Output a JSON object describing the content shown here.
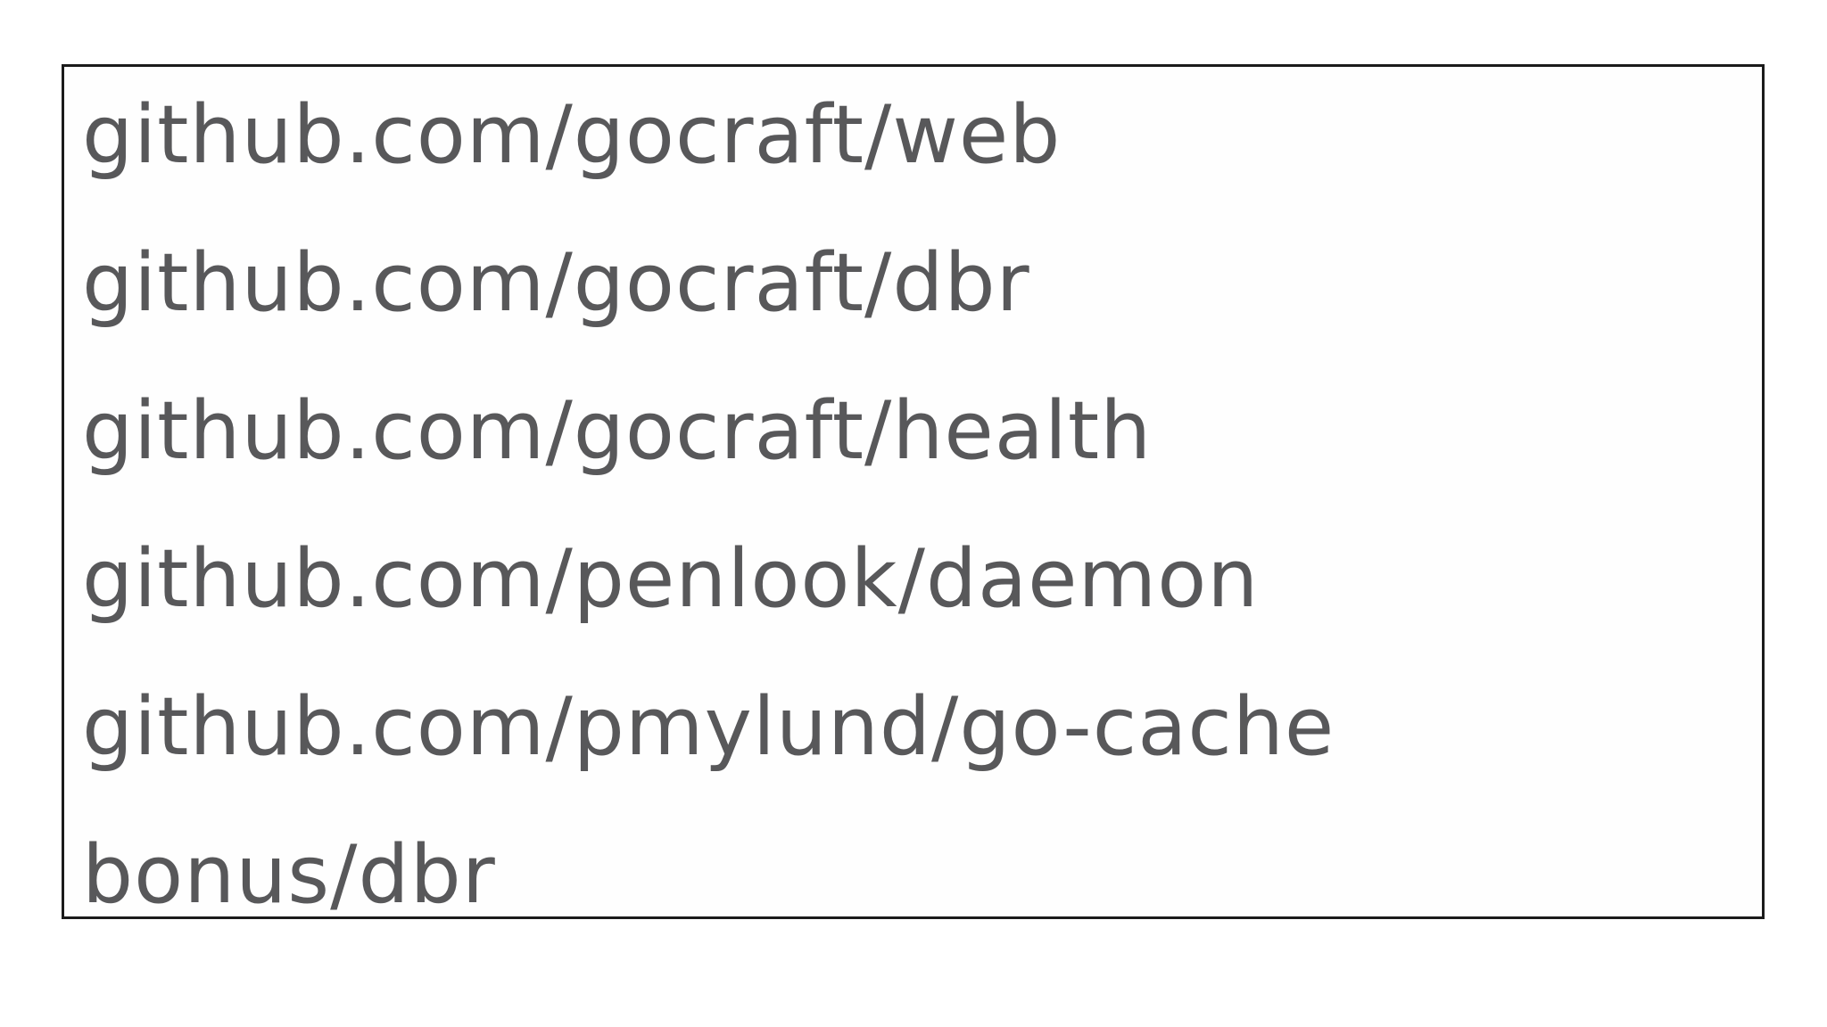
{
  "slide": {
    "list": {
      "items": [
        "github.com/gocraft/web",
        "github.com/gocraft/dbr",
        "github.com/gocraft/health",
        "github.com/penlook/daemon",
        "github.com/pmylund/go-cache",
        "bonus/dbr"
      ]
    },
    "colors": {
      "text": "#58585a",
      "border": "#1b1b1b",
      "background": "#ffffff"
    }
  }
}
